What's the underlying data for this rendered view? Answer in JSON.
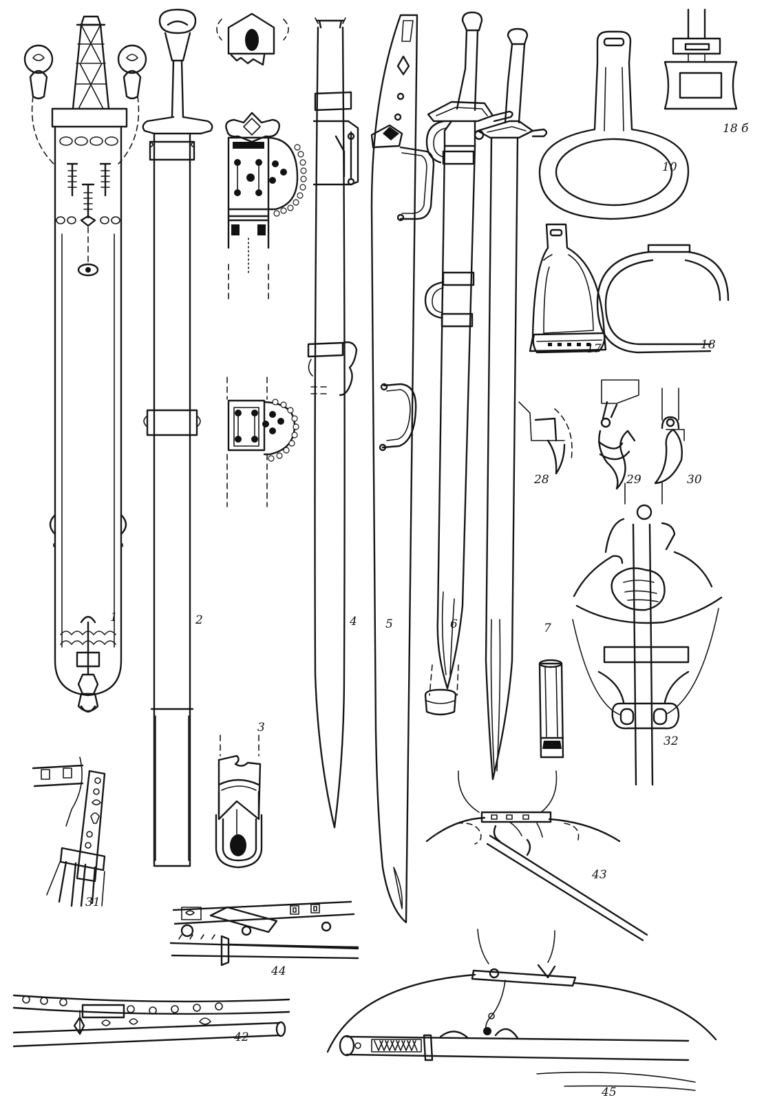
{
  "figures": [
    {
      "id": "fig-1",
      "label": "1"
    },
    {
      "id": "fig-2",
      "label": "2"
    },
    {
      "id": "fig-3",
      "label": "3"
    },
    {
      "id": "fig-4",
      "label": "4"
    },
    {
      "id": "fig-5",
      "label": "5"
    },
    {
      "id": "fig-6",
      "label": "6"
    },
    {
      "id": "fig-7",
      "label": "7"
    },
    {
      "id": "fig-10",
      "label": "10"
    },
    {
      "id": "fig-17",
      "label": "17"
    },
    {
      "id": "fig-18",
      "label": "18"
    },
    {
      "id": "fig-18b",
      "label": "18 б"
    },
    {
      "id": "fig-28",
      "label": "28"
    },
    {
      "id": "fig-29",
      "label": "29"
    },
    {
      "id": "fig-30",
      "label": "30"
    },
    {
      "id": "fig-31",
      "label": "31"
    },
    {
      "id": "fig-32",
      "label": "32"
    },
    {
      "id": "fig-42",
      "label": "42"
    },
    {
      "id": "fig-43",
      "label": "43"
    },
    {
      "id": "fig-44",
      "label": "44"
    },
    {
      "id": "fig-45",
      "label": "45"
    }
  ]
}
